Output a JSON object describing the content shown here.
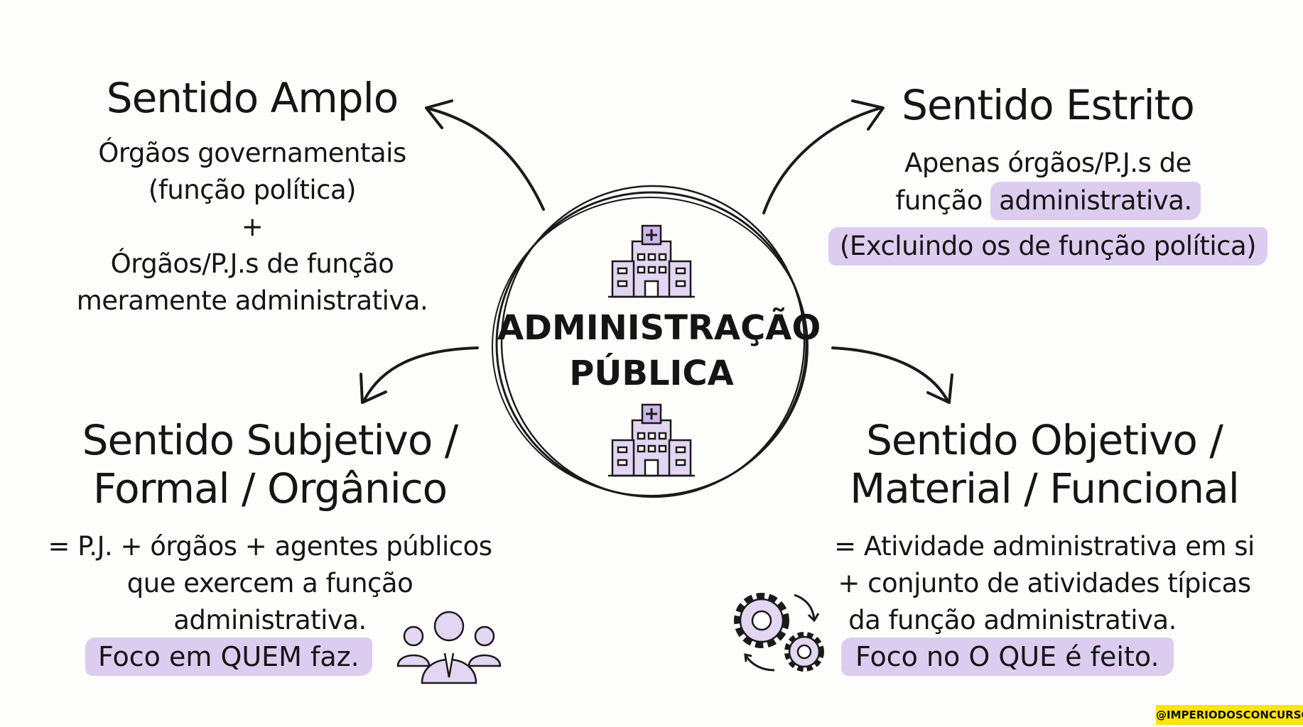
{
  "center": {
    "line1": "ADMINISTRAÇÃO",
    "line2": "PÚBLICA",
    "icon": "hospital-building-icon"
  },
  "amplo": {
    "title": "Sentido Amplo",
    "lines": [
      "Órgãos governamentais",
      "(função política)",
      "+",
      "Órgãos/P.J.s de função",
      "meramente administrativa."
    ]
  },
  "estrito": {
    "title": "Sentido Estrito",
    "line1": "Apenas órgãos/P.J.s de",
    "line2_pre": "função ",
    "line2_hl": "administrativa.",
    "note": "(Excluindo os de função política)"
  },
  "subjetivo": {
    "title1": "Sentido Subjetivo /",
    "title2": "Formal / Orgânico",
    "lines": [
      "= P.J. + órgãos + agentes públicos",
      "que exercem a função administrativa."
    ],
    "focus": "Foco em QUEM faz.",
    "icon": "people-group-icon"
  },
  "objetivo": {
    "title1": "Sentido Objetivo /",
    "title2": "Material / Funcional",
    "lines": [
      "= Atividade administrativa em si",
      "+ conjunto de atividades típicas",
      "da função administrativa."
    ],
    "focus": "Foco no O QUE é feito.",
    "icon": "gears-icon"
  },
  "watermark": "@IMPERIODOSCONCURSOS",
  "colors": {
    "highlight": "#dccdf0",
    "accent": "#b89ad8",
    "ink": "#151515",
    "badge": "#fbe40f"
  }
}
